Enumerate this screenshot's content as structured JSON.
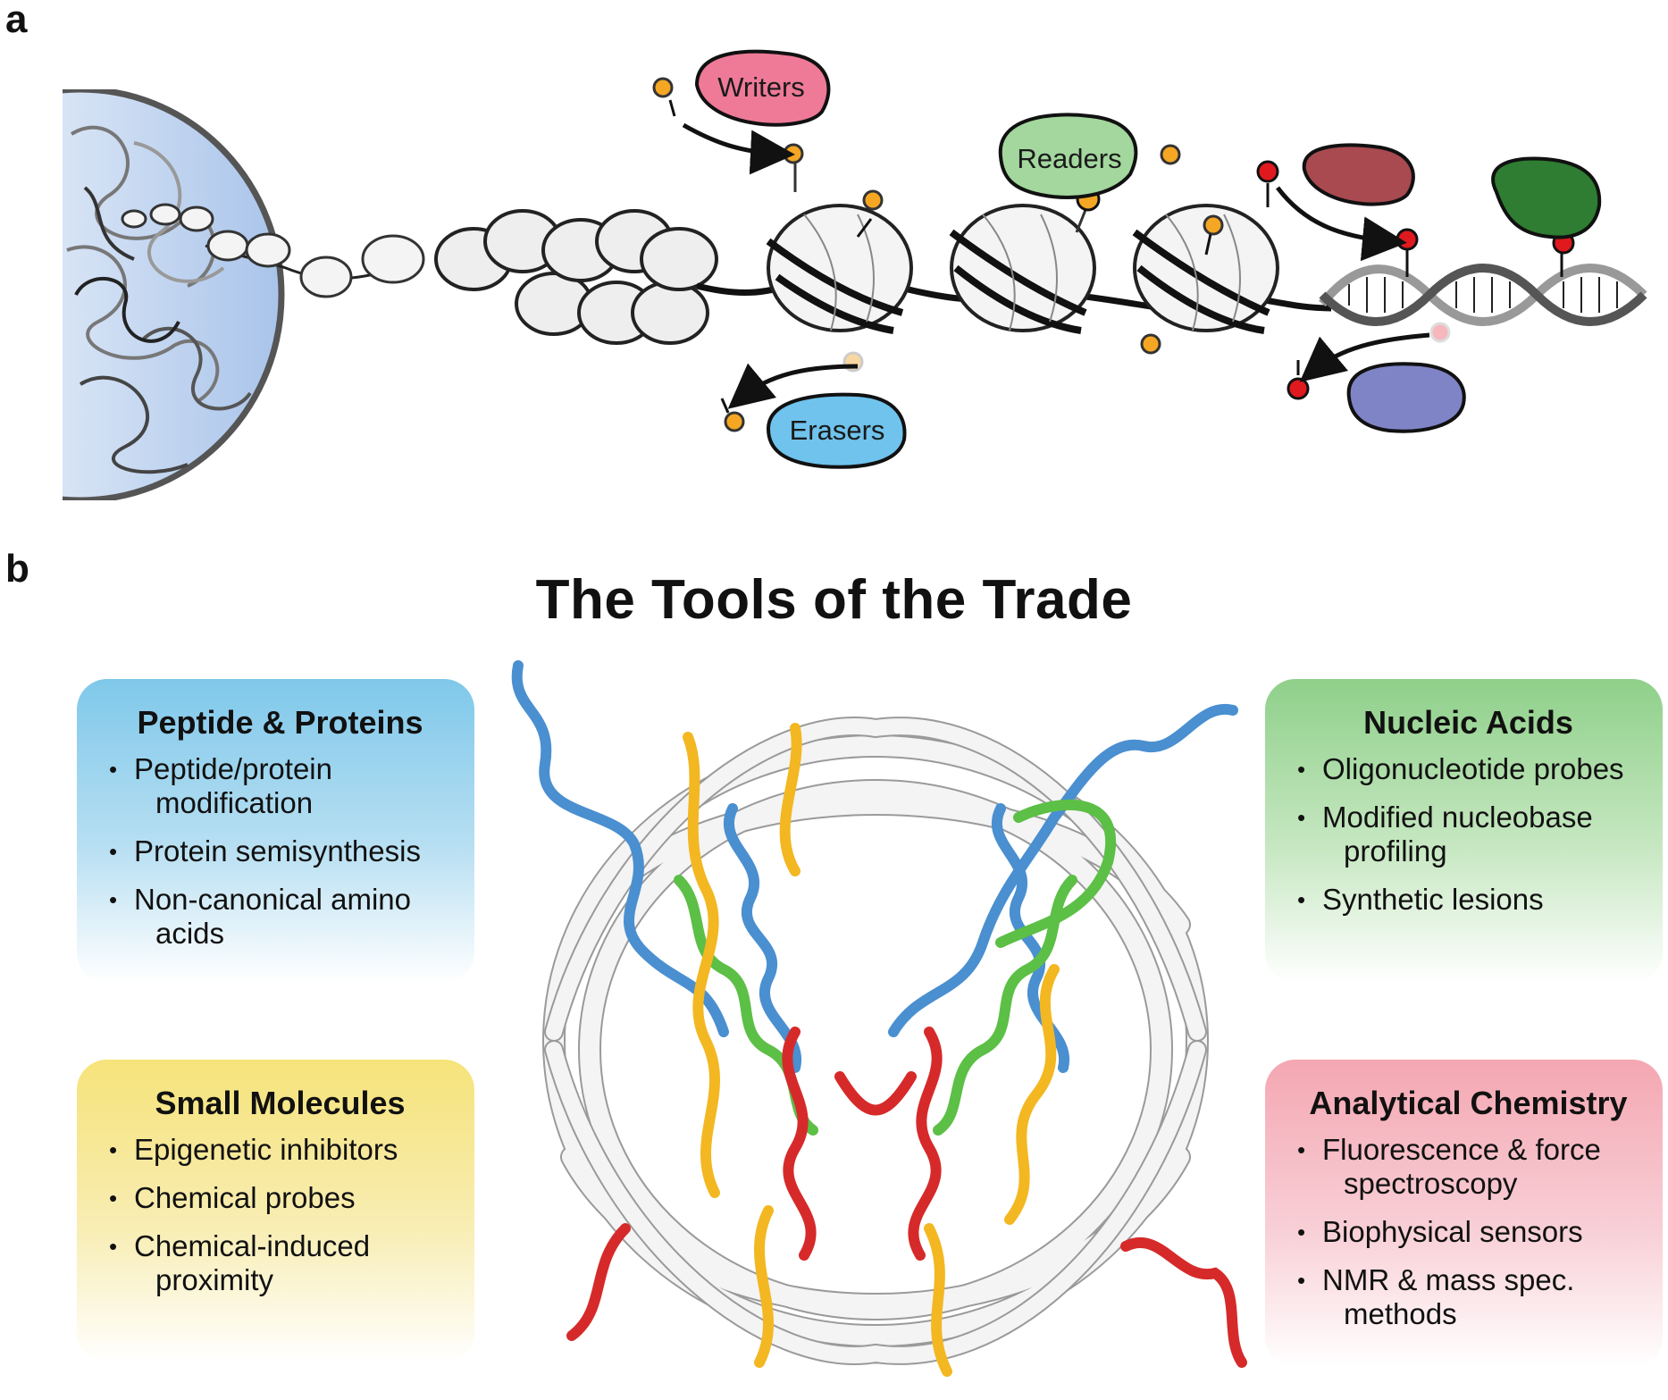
{
  "panel_a": {
    "letter": "a",
    "labels": {
      "writers": "Writers",
      "readers": "Readers",
      "erasers": "Erasers"
    },
    "colors": {
      "writers": "#ee7a97",
      "readers": "#a3d79e",
      "erasers": "#6fc3ec",
      "dna_writer": "#a84a50",
      "dna_reader": "#2e7d32",
      "dna_eraser": "#7f84c6",
      "histone_mark": "#f5a623",
      "dna_mark": "#e0191f",
      "nucleus": "#b9d0ef"
    }
  },
  "panel_b": {
    "letter": "b",
    "title": "The Tools of the Trade",
    "boxes": {
      "peptides": {
        "title": "Peptide & Proteins",
        "items": [
          {
            "line1": "Peptide/protein",
            "line2": "modification"
          },
          {
            "line1": "Protein semisynthesis",
            "line2": ""
          },
          {
            "line1": "Non-canonical amino",
            "line2": "acids"
          }
        ]
      },
      "small": {
        "title": "Small Molecules",
        "items": [
          {
            "line1": "Epigenetic inhibitors",
            "line2": ""
          },
          {
            "line1": "Chemical probes",
            "line2": ""
          },
          {
            "line1": "Chemical-induced",
            "line2": "proximity"
          }
        ]
      },
      "nucleic": {
        "title": "Nucleic Acids",
        "items": [
          {
            "line1": "Oligonucleotide probes",
            "line2": ""
          },
          {
            "line1": "Modified nucleobase",
            "line2": "profiling"
          },
          {
            "line1": "Synthetic lesions",
            "line2": ""
          }
        ]
      },
      "analytical": {
        "title": "Analytical Chemistry",
        "items": [
          {
            "line1": "Fluorescence & force",
            "line2": "spectroscopy"
          },
          {
            "line1": "Biophysical sensors",
            "line2": ""
          },
          {
            "line1": "NMR & mass spec.",
            "line2": "methods"
          }
        ]
      }
    },
    "structure_colors": {
      "dna": "#f2f2f2",
      "h3": "#4a8fd0",
      "h4": "#5cbf46",
      "h2a": "#f3b722",
      "h2b": "#d62a2a"
    }
  }
}
